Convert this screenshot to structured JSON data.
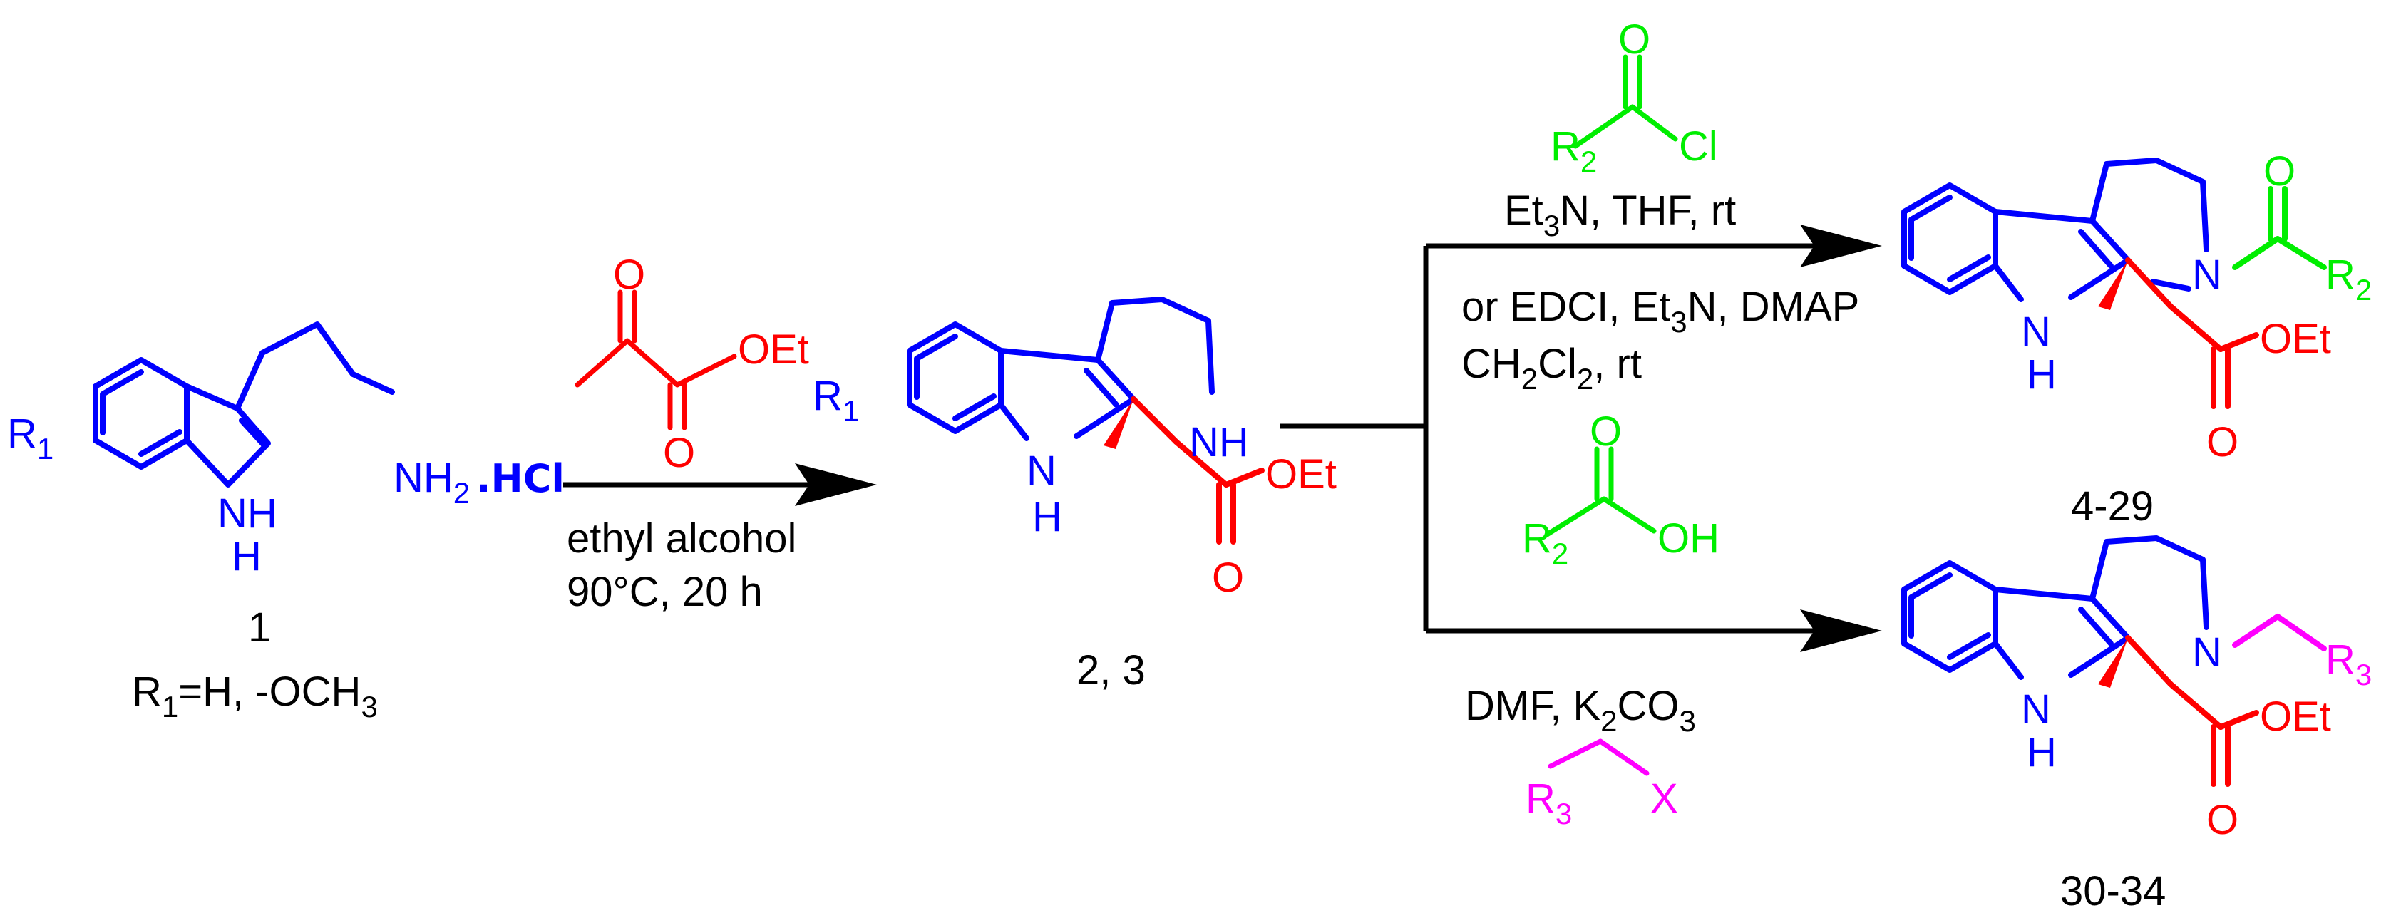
{
  "colors": {
    "core": "#0000ff",
    "ester": "#ff0000",
    "acyl": "#00ee00",
    "alkyl": "#ff00ff",
    "text": "#000000"
  },
  "compound1": {
    "number": "1",
    "r1_def_prefix": "R",
    "r1_def_sub": "1",
    "r1_def_mid": "=H, -OCH",
    "r1_def_sub2": "3",
    "substituent": "R",
    "substituent_sub": "1",
    "nh": "NH",
    "h": "H",
    "amine": "NH",
    "amine_sub": "2",
    "salt": ".HCl"
  },
  "reagent_pyruvate": {
    "o1": "O",
    "o2": "O",
    "oet": "OEt"
  },
  "step1": {
    "solvent": "ethyl alcohol",
    "conditions": "90°C, 20 h"
  },
  "compound23": {
    "number": "2, 3",
    "substituent": "R",
    "substituent_sub": "1",
    "nh_ring": "NH",
    "n": "N",
    "h": "H",
    "oet": "OEt",
    "o": "O"
  },
  "acid_chloride": {
    "o": "O",
    "r": "R",
    "r_sub": "2",
    "cl": "Cl"
  },
  "branch_upper": {
    "cond1_a": "Et",
    "cond1_sub": "3",
    "cond1_b": "N, THF, rt",
    "cond2": "or EDCI, Et",
    "cond2_sub": "3",
    "cond2_b": "N, DMAP",
    "cond3_a": "CH",
    "cond3_sub1": "2",
    "cond3_b": "Cl",
    "cond3_sub2": "2",
    "cond3_c": ", rt"
  },
  "carboxylic_acid": {
    "o": "O",
    "r": "R",
    "r_sub": "2",
    "oh": "OH"
  },
  "branch_lower": {
    "cond_a": "DMF,  K",
    "cond_sub1": "2",
    "cond_b": "CO",
    "cond_sub2": "3"
  },
  "alkyl_halide": {
    "r": "R",
    "r_sub": "3",
    "x": "X"
  },
  "product_4_29": {
    "number": "4-29",
    "n": "N",
    "h": "H",
    "o_acyl": "O",
    "r": "R",
    "r_sub": "2",
    "oet": "OEt",
    "o": "O"
  },
  "product_30_34": {
    "number": "30-34",
    "n": "N",
    "h": "H",
    "r": "R",
    "r_sub": "3",
    "oet": "OEt",
    "o": "O"
  }
}
